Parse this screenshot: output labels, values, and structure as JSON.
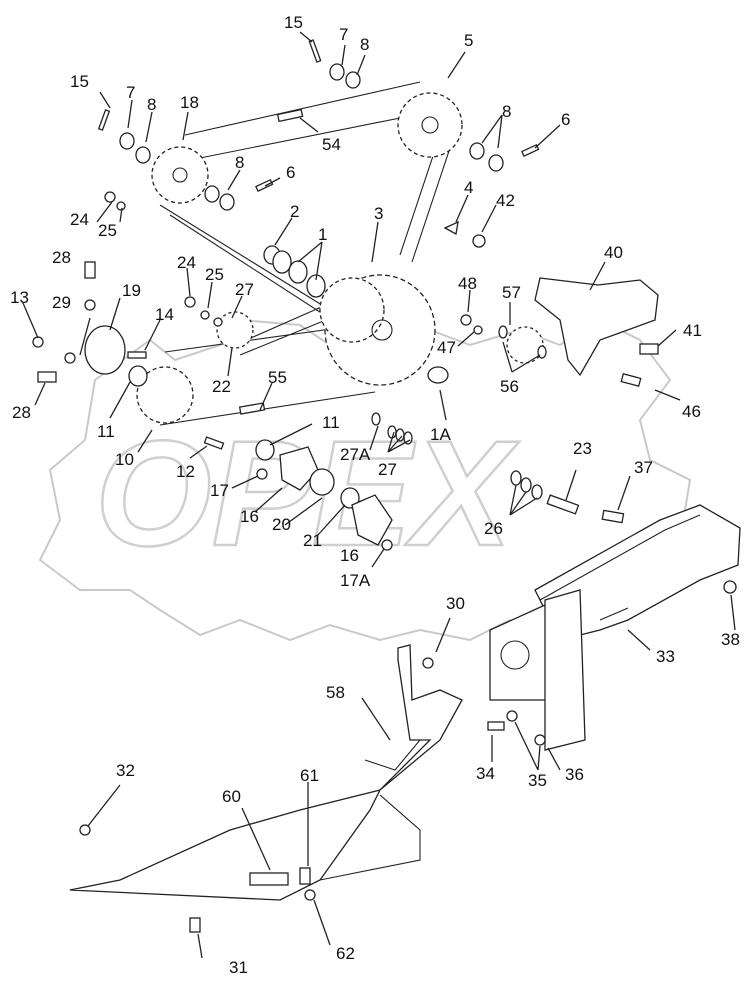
{
  "diagram": {
    "watermark": "OPEX",
    "callouts": [
      {
        "id": "c15a",
        "text": "15"
      },
      {
        "id": "c7a",
        "text": "7"
      },
      {
        "id": "c8a",
        "text": "8"
      },
      {
        "id": "c5",
        "text": "5"
      },
      {
        "id": "c15b",
        "text": "15"
      },
      {
        "id": "c7b",
        "text": "7"
      },
      {
        "id": "c8b",
        "text": "8"
      },
      {
        "id": "c18",
        "text": "18"
      },
      {
        "id": "c54",
        "text": "54"
      },
      {
        "id": "c8c",
        "text": "8"
      },
      {
        "id": "c6a",
        "text": "6"
      },
      {
        "id": "c8d",
        "text": "8"
      },
      {
        "id": "c6b",
        "text": "6"
      },
      {
        "id": "c4",
        "text": "4"
      },
      {
        "id": "c42",
        "text": "42"
      },
      {
        "id": "c24a",
        "text": "24"
      },
      {
        "id": "c25a",
        "text": "25"
      },
      {
        "id": "c2",
        "text": "2"
      },
      {
        "id": "c1",
        "text": "1"
      },
      {
        "id": "c3",
        "text": "3"
      },
      {
        "id": "c40",
        "text": "40"
      },
      {
        "id": "c28a",
        "text": "28"
      },
      {
        "id": "c24b",
        "text": "24"
      },
      {
        "id": "c25b",
        "text": "25"
      },
      {
        "id": "c27a",
        "text": "27"
      },
      {
        "id": "c48",
        "text": "48"
      },
      {
        "id": "c57",
        "text": "57"
      },
      {
        "id": "c13",
        "text": "13"
      },
      {
        "id": "c29",
        "text": "29"
      },
      {
        "id": "c19",
        "text": "19"
      },
      {
        "id": "c14",
        "text": "14"
      },
      {
        "id": "c41",
        "text": "41"
      },
      {
        "id": "c47",
        "text": "47"
      },
      {
        "id": "c22",
        "text": "22"
      },
      {
        "id": "c55",
        "text": "55"
      },
      {
        "id": "c56",
        "text": "56"
      },
      {
        "id": "c46",
        "text": "46"
      },
      {
        "id": "c28b",
        "text": "28"
      },
      {
        "id": "c11a",
        "text": "11"
      },
      {
        "id": "c11b",
        "text": "11"
      },
      {
        "id": "c1A",
        "text": "1A"
      },
      {
        "id": "c10",
        "text": "10"
      },
      {
        "id": "c27A",
        "text": "27A"
      },
      {
        "id": "c27b",
        "text": "27"
      },
      {
        "id": "c23",
        "text": "23"
      },
      {
        "id": "c12",
        "text": "12"
      },
      {
        "id": "c37",
        "text": "37"
      },
      {
        "id": "c17",
        "text": "17"
      },
      {
        "id": "c16a",
        "text": "16"
      },
      {
        "id": "c20",
        "text": "20"
      },
      {
        "id": "c26",
        "text": "26"
      },
      {
        "id": "c21",
        "text": "21"
      },
      {
        "id": "c16b",
        "text": "16"
      },
      {
        "id": "c17A",
        "text": "17A"
      },
      {
        "id": "c30",
        "text": "30"
      },
      {
        "id": "c33",
        "text": "33"
      },
      {
        "id": "c38",
        "text": "38"
      },
      {
        "id": "c58",
        "text": "58"
      },
      {
        "id": "c34",
        "text": "34"
      },
      {
        "id": "c35",
        "text": "35"
      },
      {
        "id": "c36",
        "text": "36"
      },
      {
        "id": "c32",
        "text": "32"
      },
      {
        "id": "c61",
        "text": "61"
      },
      {
        "id": "c60",
        "text": "60"
      },
      {
        "id": "c31",
        "text": "31"
      },
      {
        "id": "c62",
        "text": "62"
      }
    ]
  }
}
